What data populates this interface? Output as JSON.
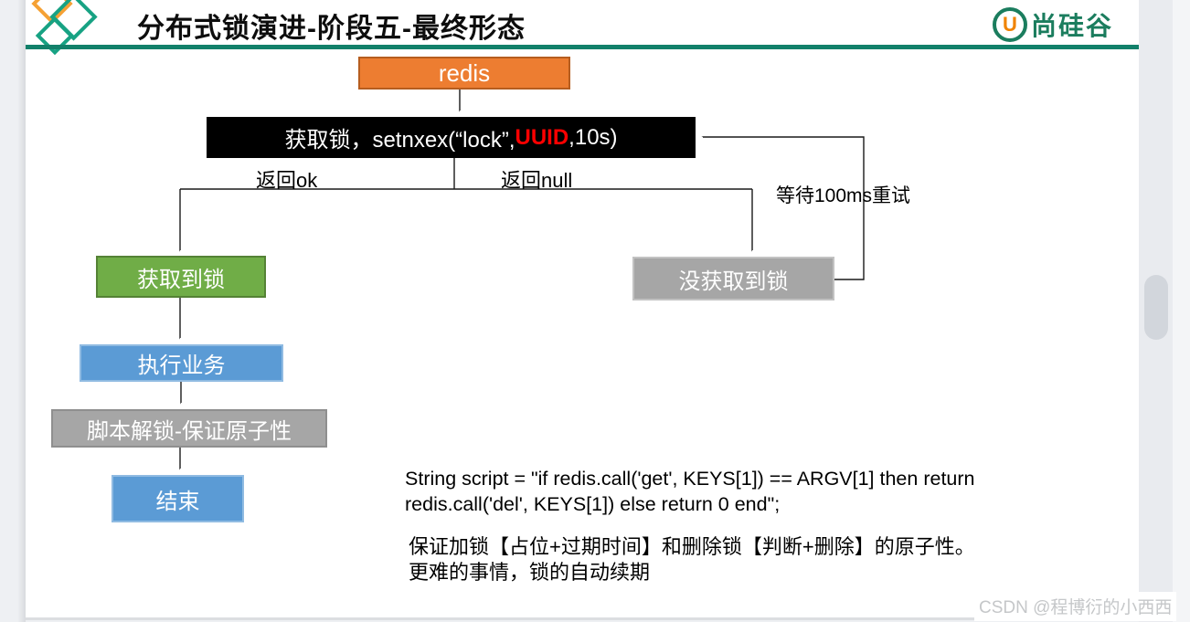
{
  "page": {
    "title": "分布式锁演进-阶段五-最终形态",
    "brand": {
      "u_glyph": "U",
      "name": "尚硅谷"
    },
    "watermark": "CSDN @程博衍的小西西"
  },
  "flowchart": {
    "nodes": {
      "redis": "redis",
      "acquire_pre": "获取锁，setnxex(“lock”,",
      "acquire_uuid": "UUID",
      "acquire_post": ",10s)",
      "got_lock": "获取到锁",
      "no_lock": "没获取到锁",
      "run_business": "执行业务",
      "script_unlock": "脚本解锁-保证原子性",
      "end": "结束"
    },
    "edge_labels": {
      "return_ok": "返回ok",
      "return_null": "返回null",
      "retry": "等待100ms重试"
    },
    "colors": {
      "redis_box": "#ED7D31",
      "acquire_box": "#000000",
      "got_lock_box": "#70AD47",
      "no_lock_box": "#A6A6A6",
      "business_box": "#5B9BD5",
      "script_box": "#A6A6A6",
      "end_box": "#5B9BD5",
      "uuid_text": "#FF0000",
      "divider": "#12806A",
      "brand_green": "#1B7D5E",
      "brand_orange": "#F08300"
    }
  },
  "notes": {
    "code_line1": "String script = \"if redis.call('get', KEYS[1]) == ARGV[1] then return",
    "code_line2": "redis.call('del', KEYS[1]) else return 0 end\";",
    "note_line1": "保证加锁【占位+过期时间】和删除锁【判断+删除】的原子性。",
    "note_line2": "更难的事情，锁的自动续期"
  }
}
